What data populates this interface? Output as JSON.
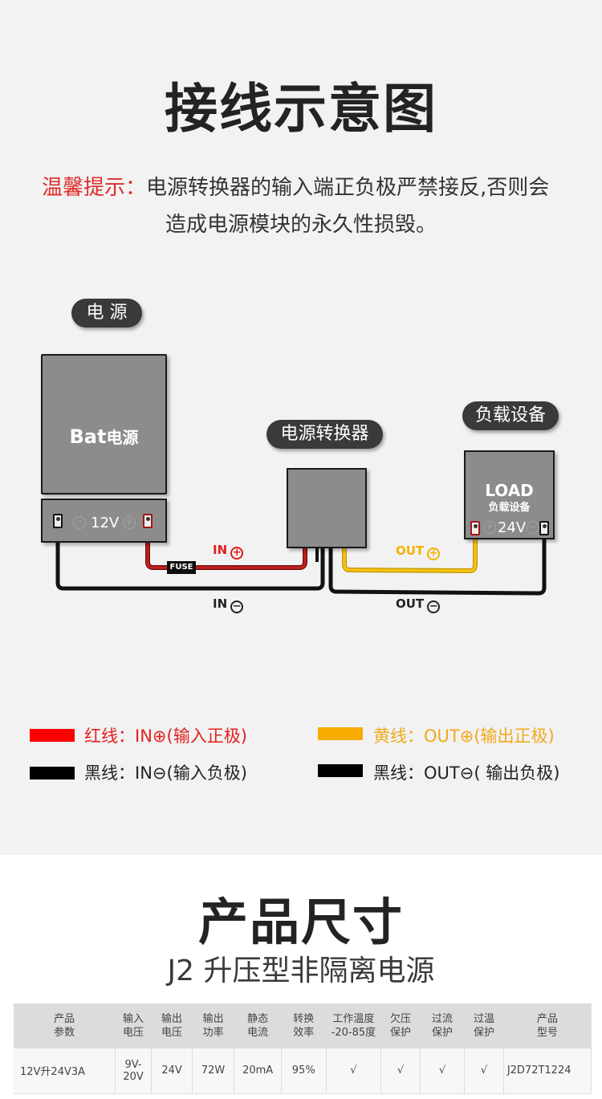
{
  "wiring": {
    "title": "接线示意图",
    "tip_label": "温馨提示：",
    "tip_line1": "电源转换器的输入端正负极严禁接反,否则会",
    "tip_line2": "造成电源模块的永久性损毁。",
    "labels": {
      "power_source": "电 源",
      "converter": "电源转换器",
      "load": "负载设备"
    },
    "battery": {
      "text_en": "Bat",
      "text_cn": "电源",
      "voltage": "12V",
      "minus": "−",
      "plus": "+"
    },
    "load_device": {
      "text_en": "LOAD",
      "text_cn": "负载设备",
      "voltage": "24V",
      "minus": "−",
      "plus": "+"
    },
    "wire_labels": {
      "in_plus": "IN",
      "in_minus": "IN",
      "out_plus": "OUT",
      "out_minus": "OUT",
      "plus_sym": "+",
      "minus_sym": "−",
      "fuse": "FUSE"
    },
    "colors": {
      "red": "#e31b1b",
      "yellow": "#f5b100",
      "black": "#111111",
      "wire_red": "#b51a1a",
      "wire_yellow": "#f2c316"
    }
  },
  "legend": [
    {
      "color": "#ff0000",
      "text": "红线：IN⊕(输入正极)",
      "text_color": "#e32020"
    },
    {
      "color": "#f8ac00",
      "text": "黄线：OUT⊕(输出正极)",
      "text_color": "#f0a91c"
    },
    {
      "color": "#000000",
      "text": "黑线：IN⊖(输入负极)",
      "text_color": "#222222"
    },
    {
      "color": "#000000",
      "text": "黑线：OUT⊖( 输出负极)",
      "text_color": "#222222"
    }
  ],
  "size": {
    "title": "产品尺寸",
    "subtitle": "J2 升压型非隔离电源",
    "table": {
      "headers": [
        [
          "产品",
          "参数"
        ],
        [
          "输入",
          "电压"
        ],
        [
          "输出",
          "电压"
        ],
        [
          "输出",
          "功率"
        ],
        [
          "静态",
          "电流"
        ],
        [
          "转换",
          "效率"
        ],
        [
          "工作温度",
          "-20-85度"
        ],
        [
          "欠压",
          "保护"
        ],
        [
          "过流",
          "保护"
        ],
        [
          "过温",
          "保护"
        ],
        [
          "产品",
          "型号"
        ]
      ],
      "rows": [
        [
          "12V升24V3A",
          "9V-20V",
          "24V",
          "72W",
          "20mA",
          "95%",
          "√",
          "√",
          "√",
          "√",
          "J2D72T1224"
        ]
      ]
    }
  }
}
